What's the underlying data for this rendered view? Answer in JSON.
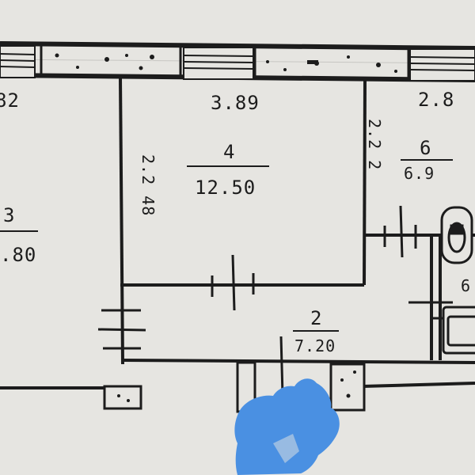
{
  "dimensions": {
    "left_room_width": "82",
    "middle_room_width": "3.89",
    "right_room_width": "2.8"
  },
  "rooms": [
    {
      "id": "room-3",
      "number": "3",
      "area": ".80",
      "side_mark": ""
    },
    {
      "id": "room-4",
      "number": "4",
      "area": "12.50",
      "side_mark": "2.2 48"
    },
    {
      "id": "room-6",
      "number": "6",
      "area": "6.9",
      "side_mark": "2.2 2"
    },
    {
      "id": "room-2",
      "number": "2",
      "area": "7.20",
      "side_mark": ""
    },
    {
      "id": "room-bath",
      "number": "6",
      "area": "",
      "side_mark": ""
    }
  ],
  "colors": {
    "paper": "#e6e5e1",
    "ink": "#1c1c1c",
    "redaction": "#4a90e2"
  },
  "icons": [
    "toilet-icon",
    "bathtub-icon",
    "redaction-scribble"
  ]
}
